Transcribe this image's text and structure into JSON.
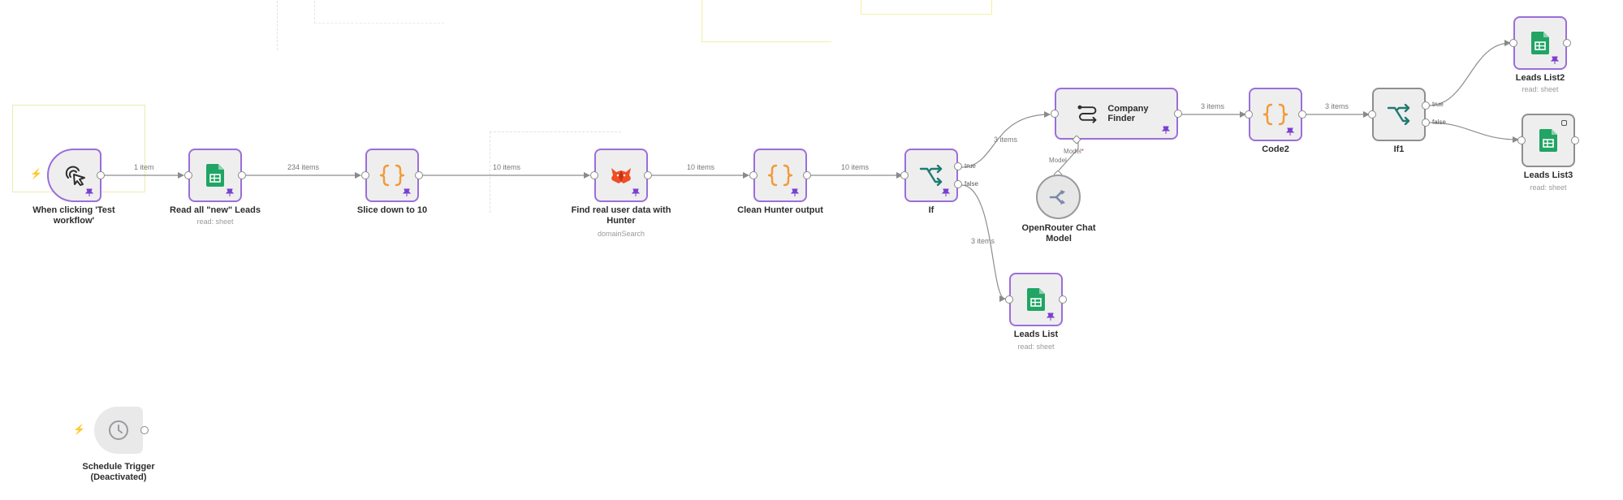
{
  "nodes": {
    "manual_trigger": {
      "title_line1": "When clicking 'Test",
      "title_line2": "workflow'",
      "icon": "cursor-click-icon"
    },
    "read_new_leads": {
      "title": "Read all \"new\" Leads",
      "subtitle": "read: sheet",
      "icon": "google-sheets-icon"
    },
    "slice_down": {
      "title": "Slice down to 10",
      "icon": "code-braces-icon"
    },
    "hunter": {
      "title_line1": "Find real user data with",
      "title_line2": "Hunter",
      "subtitle": "domainSearch",
      "icon": "hunter-fox-icon"
    },
    "clean_hunter": {
      "title": "Clean Hunter output",
      "icon": "code-braces-icon"
    },
    "if": {
      "title": "If",
      "icon": "branch-icon",
      "true_label": "true",
      "false_label": "false"
    },
    "company_finder": {
      "title": "Company Finder",
      "icon": "agent-route-icon",
      "model_label": "Model",
      "model_required": "*"
    },
    "openrouter": {
      "title_line1": "OpenRouter Chat",
      "title_line2": "Model",
      "connector_label": "Model",
      "icon": "openrouter-icon"
    },
    "code2": {
      "title": "Code2",
      "icon": "code-braces-icon"
    },
    "if1": {
      "title": "If1",
      "icon": "branch-icon",
      "true_label": "true",
      "false_label": "false"
    },
    "leads_list2": {
      "title": "Leads List2",
      "subtitle": "read: sheet",
      "icon": "google-sheets-icon"
    },
    "leads_list3": {
      "title": "Leads List3",
      "subtitle": "read: sheet",
      "icon": "google-sheets-icon"
    },
    "leads_list": {
      "title": "Leads List",
      "subtitle": "read: sheet",
      "icon": "google-sheets-icon"
    },
    "schedule_trigger": {
      "title_line1": "Schedule Trigger",
      "title_line2": "(Deactivated)",
      "icon": "clock-icon"
    }
  },
  "edges": {
    "e1": "1 item",
    "e2": "234 items",
    "e3": "10 items",
    "e4": "10 items",
    "e5": "10 items",
    "e6": "3 items",
    "e7": "3 items",
    "e8": "3 items",
    "e9": "3 items"
  },
  "colors": {
    "node_border_active": "#9b6ed9",
    "node_fill": "#eeeeef",
    "sheets_green": "#21a464",
    "code_orange": "#f29a38",
    "branch_teal": "#1f7a72",
    "hunter_red": "#f04e23",
    "trigger_bolt": "#ff6d3a",
    "sticky_yellow": "#f1f0a6"
  }
}
